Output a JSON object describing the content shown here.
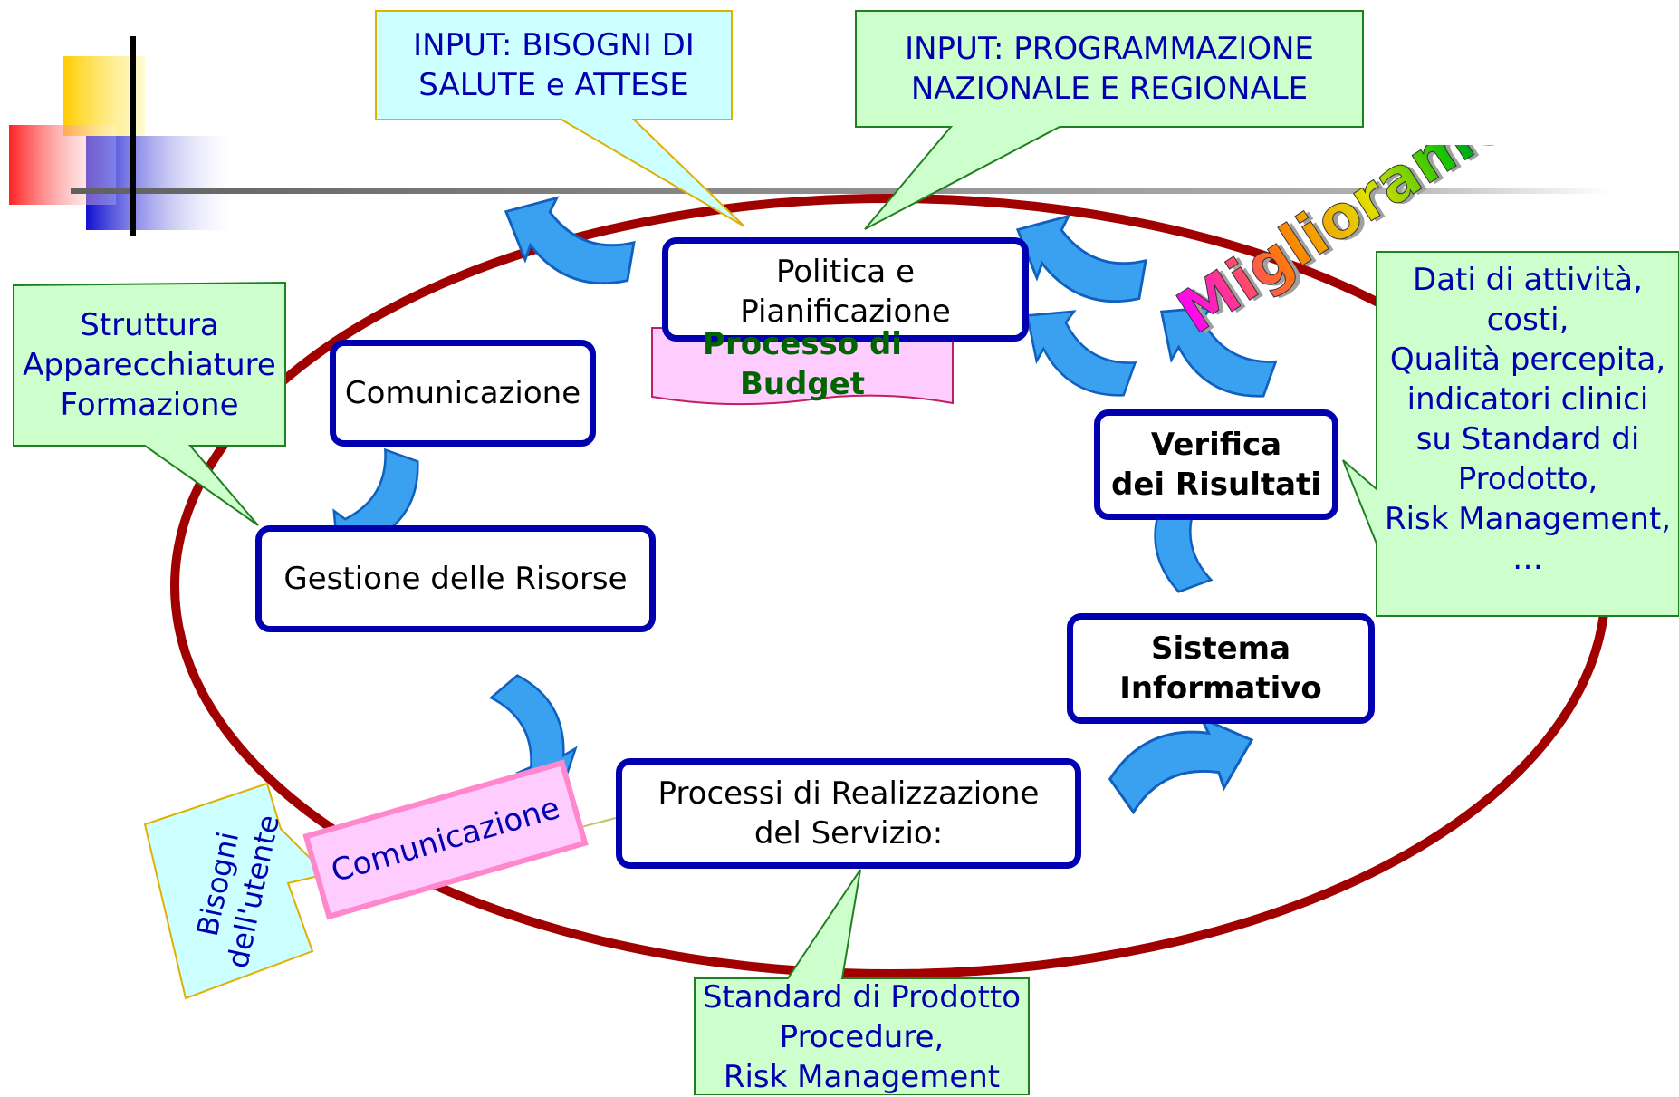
{
  "processes": {
    "politica": "Politica e\nPianificazione",
    "comunicazione": "Comunicazione",
    "gestione": "Gestione delle Risorse",
    "processi": "Processi di Realizzazione\ndel Servizio:",
    "sistema": "Sistema\nInformativo",
    "verifica": "Verifica\ndei Risultati"
  },
  "callouts": {
    "input_bisogni": "INPUT: BISOGNI DI\nSALUTE e ATTESE",
    "input_programmazione": "INPUT: PROGRAMMAZIONE\nNAZIONALE  E REGIONALE",
    "struttura": "Struttura\nApparecchiature\nFormazione",
    "dati": "Dati di attività,\ncosti,\nQualità percepita,\nindicatori clinici\nsu Standard di\nProdotto,\nRisk Management,\n…",
    "standard": "Standard di Prodotto\nProcedure,\nRisk Management",
    "bisogni_utente": "Bisogni\ndell'utente"
  },
  "banners": {
    "budget": "Processo di\nBudget",
    "comunicazione_utente": "Comunicazione"
  },
  "wordart": {
    "miglioramento": "Miglioramento"
  },
  "colors": {
    "ellipse": "#a00000",
    "process_border": "#0000b0",
    "arrow_fill": "#3aa0f0",
    "callout_green": "#ccffcc",
    "callout_cyan": "#ccffff",
    "banner_pink": "#ffccff",
    "budget_text": "#006400"
  }
}
